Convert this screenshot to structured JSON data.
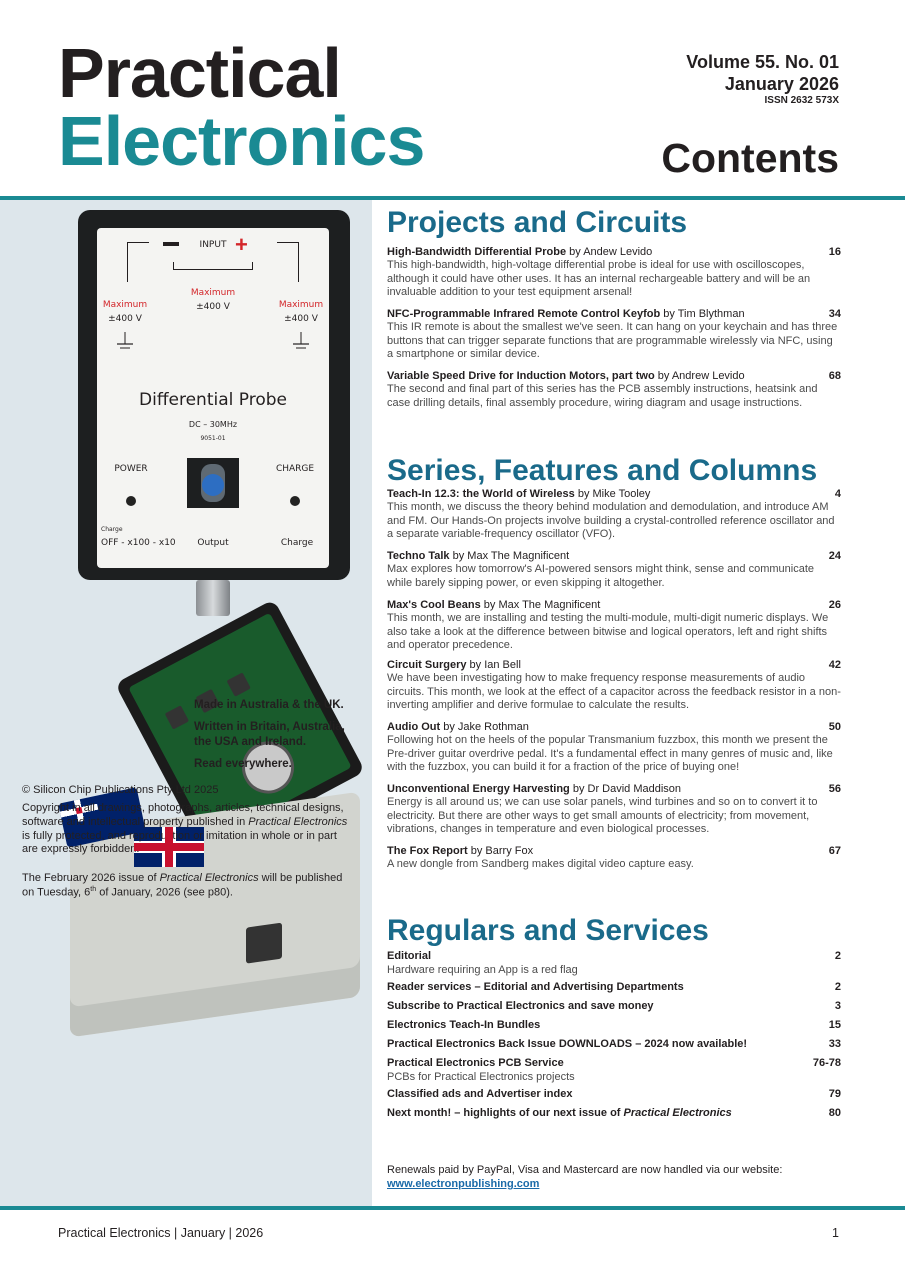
{
  "masthead": {
    "title_line1": "Practical",
    "title_line2": "Electronics",
    "volume": "Volume 55. No. 01",
    "date": "January 2026",
    "issn": "ISSN 2632 573X",
    "contents": "Contents"
  },
  "probe": {
    "input": "INPUT",
    "max_label": "Maximum",
    "max_value": "±400 V",
    "title": "Differential Probe",
    "subtitle": "DC – 30MHz",
    "code": "9051-01",
    "power": "POWER",
    "charge": "CHARGE",
    "charge_small": "Charge",
    "attenuation": "OFF - x100 - x10",
    "output": "Output",
    "charge_bottom": "Charge"
  },
  "left_panel": {
    "made_in": "Made in Australia & the UK.",
    "written_in": "Written in Britain, Australia, the USA and Ireland.",
    "read": "Read everywhere.",
    "copyright_owner": "© Silicon Chip Publications Pty Ltd 2025",
    "copyright_text_a": "Copyright in all drawings, photographs, articles, technical designs, software and intellectual property published in ",
    "copyright_text_em": "Practical Electronics",
    "copyright_text_b": " is fully protected, and reproduction or imitation in whole or in part are expressly forbidden.",
    "pub_text_a": "The February 2026 issue of ",
    "pub_text_em": "Practical Electronics",
    "pub_text_b": " will be published on Tuesday, 6",
    "pub_text_sup": "th",
    "pub_text_c": " of January, 2026 (see p80)."
  },
  "sections": {
    "projects": {
      "title": "Projects and Circuits",
      "items": [
        {
          "title": "High-Bandwidth Differential Probe",
          "by": "by Andew Levido",
          "page": "16",
          "desc": "This high-bandwidth, high-voltage differential probe is ideal for use with oscilloscopes, although it could have other uses. It has an internal rechargeable battery and will be an invaluable addition to your test equipment arsenal!"
        },
        {
          "title": "NFC-Programmable Infrared Remote Control Keyfob",
          "by": "by Tim Blythman",
          "page": "34",
          "desc": "This IR remote is about the smallest we've seen. It can hang on your keychain and has three buttons that can trigger separate functions that are programmable wirelessly via NFC, using a smartphone or similar device."
        },
        {
          "title": "Variable Speed Drive for Induction Motors, part two",
          "by": "by Andrew Levido",
          "page": "68",
          "desc": "The second and final part of this series has the PCB assembly instructions, heatsink and case drilling details, final assembly procedure, wiring diagram and usage instructions."
        }
      ]
    },
    "series": {
      "title": "Series, Features and Columns",
      "items": [
        {
          "title": "Teach-In 12.3: the World of Wireless",
          "by": "by Mike Tooley",
          "page": "4",
          "desc": "This month, we discuss the theory behind modulation and demodulation, and introduce AM and FM. Our Hands-On projects involve building a crystal-controlled reference oscillator and a separate variable-frequency oscillator (VFO)."
        },
        {
          "title": "Techno Talk",
          "by": "by Max The Magnificent",
          "page": "24",
          "desc": "Max explores how tomorrow's AI-powered sensors might think, sense and communicate while barely sipping power, or even skipping it altogether."
        },
        {
          "title": "Max's Cool Beans",
          "by": "by Max The Magnificent",
          "page": "26",
          "desc": "This month, we are installing and testing the multi-module, multi-digit numeric displays. We also take a look at the difference between bitwise and logical operators, left and right shifts and operator precedence."
        },
        {
          "title": "Circuit Surgery",
          "by": "by Ian Bell",
          "page": "42",
          "desc": "We have been investigating how to make frequency response measurements of audio circuits. This month, we look at the effect of a capacitor across the feedback resistor in a non-inverting amplifier and derive formulae to calculate the results."
        },
        {
          "title": "Audio Out",
          "by": "by Jake Rothman",
          "page": "50",
          "desc": "Following hot on the heels of the popular Transmanium fuzzbox, this month we present the Pre-driver guitar overdrive pedal. It's a fundamental effect in many genres of music and, like with the fuzzbox, you can build it for a fraction of the price of buying one!"
        },
        {
          "title": "Unconventional Energy Harvesting",
          "by": "by Dr David Maddison",
          "page": "56",
          "desc": "Energy is all around us; we can use solar panels, wind turbines and so on to convert it to electricity. But there are other ways to get small amounts of electricity; from movement, vibrations, changes in temperature and even biological processes."
        },
        {
          "title": "The Fox Report",
          "by": "by Barry Fox",
          "page": "67",
          "desc": "A new dongle from Sandberg makes digital video capture easy."
        }
      ]
    },
    "regulars": {
      "title": "Regulars and Services",
      "items": [
        {
          "title": "Editorial",
          "page": "2",
          "sub": "Hardware requiring an App is a red flag"
        },
        {
          "title": "Reader services – Editorial and Advertising Departments",
          "page": "2",
          "sub": ""
        },
        {
          "title": "Subscribe to Practical Electronics and save money",
          "page": "3",
          "sub": ""
        },
        {
          "title": "Electronics Teach-In Bundles",
          "page": "15",
          "sub": ""
        },
        {
          "title": "Practical Electronics Back Issue DOWNLOADS – 2024 now available!",
          "page": "33",
          "sub": ""
        },
        {
          "title": "Practical Electronics PCB Service",
          "page": "76-78",
          "sub": "PCBs for Practical Electronics projects"
        },
        {
          "title": "Classified ads and Advertiser index",
          "page": "79",
          "sub": ""
        },
        {
          "title": "Next month! – highlights of our next issue of ",
          "title_em": "Practical Electronics",
          "page": "80",
          "sub": ""
        }
      ]
    },
    "renewals": {
      "text": "Renewals paid by PayPal, Visa and Mastercard are now handled via our website:",
      "link": "www.electronpublishing.com"
    }
  },
  "footer": {
    "text": "Practical Electronics  |  January  |  2026",
    "page": "1"
  }
}
